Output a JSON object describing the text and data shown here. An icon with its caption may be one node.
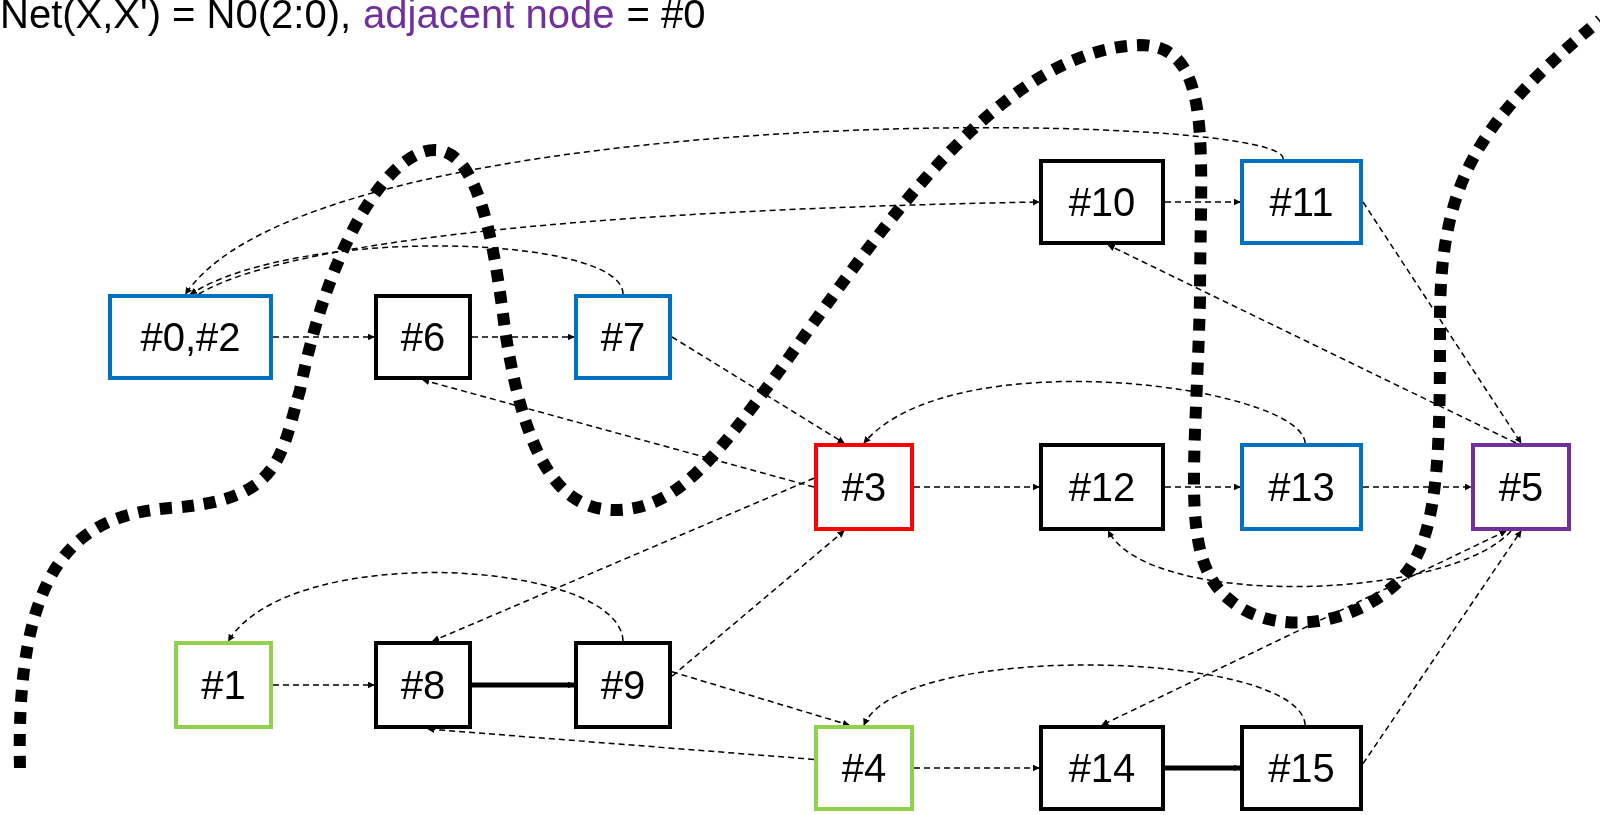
{
  "diagram": {
    "nodes": [
      {
        "text": [
          "#10"
        ]
      },
      {
        "text": [
          "#11"
        ]
      },
      {
        "text": [
          "#0,#2"
        ]
      },
      {
        "text": [
          "#6"
        ]
      },
      {
        "text": [
          "#7"
        ]
      },
      {
        "text": [
          "#3"
        ]
      },
      {
        "text": [
          "#12"
        ]
      },
      {
        "text": [
          "#13"
        ]
      },
      {
        "text": [
          "#5"
        ]
      },
      {
        "text": [
          "#1"
        ]
      },
      {
        "text": [
          "#8"
        ]
      },
      {
        "text": [
          "#9"
        ]
      },
      {
        "text": [
          "#4"
        ]
      },
      {
        "text": [
          "#14"
        ]
      },
      {
        "text": [
          "#15"
        ]
      }
    ],
    "edges": [
      {
        "from": 2,
        "to": 3,
        "arrow": "to",
        "style": "dashed"
      },
      {
        "from": 3,
        "to": 4,
        "arrow": "to",
        "style": "dashed"
      },
      {
        "from": 4,
        "to": 5,
        "arrow": "to",
        "style": "dashed"
      },
      {
        "from": 4,
        "to": 2,
        "arrow": "to",
        "style": "dashed"
      },
      {
        "from": 1,
        "to": 2,
        "arrow": "to",
        "style": "dashed"
      },
      {
        "from": 2,
        "to": 0,
        "arrow": "to",
        "style": "dashed"
      },
      {
        "from": 0,
        "to": 1,
        "arrow": "to",
        "style": "dashed"
      },
      {
        "from": 1,
        "to": 8,
        "arrow": "to",
        "style": "dashed"
      },
      {
        "from": 8,
        "to": 0,
        "arrow": "to",
        "style": "dashed"
      },
      {
        "from": 5,
        "to": 3,
        "arrow": "to",
        "style": "dashed"
      },
      {
        "from": 5,
        "to": 6,
        "arrow": "to",
        "style": "dashed"
      },
      {
        "from": 6,
        "to": 7,
        "arrow": "to",
        "style": "dashed"
      },
      {
        "from": 7,
        "to": 8,
        "arrow": "to",
        "style": "dashed"
      },
      {
        "from": 7,
        "to": 5,
        "arrow": "to",
        "style": "dashed"
      },
      {
        "from": 5,
        "to": 10,
        "arrow": "to",
        "style": "dashed"
      },
      {
        "from": 11,
        "to": 5,
        "arrow": "to",
        "style": "dashed"
      },
      {
        "from": 9,
        "to": 10,
        "arrow": "to",
        "style": "dashed"
      },
      {
        "from": 10,
        "to": 11,
        "arrow": "to",
        "style": "thick"
      },
      {
        "from": 11,
        "to": 9,
        "arrow": "to",
        "style": "dashed"
      },
      {
        "from": 11,
        "to": 12,
        "arrow": "to",
        "style": "dashed"
      },
      {
        "from": 12,
        "to": 10,
        "arrow": "to",
        "style": "dashed"
      },
      {
        "from": 12,
        "to": 13,
        "arrow": "to",
        "style": "dashed"
      },
      {
        "from": 13,
        "to": 14,
        "arrow": "to",
        "style": "thick"
      },
      {
        "from": 14,
        "to": 12,
        "arrow": "to",
        "style": "dashed"
      },
      {
        "from": 14,
        "to": 8,
        "arrow": "to",
        "style": "dashed"
      },
      {
        "from": 8,
        "to": 13,
        "arrow": "both",
        "style": "dashed"
      },
      {
        "from": 8,
        "to": 6,
        "arrow": "to",
        "style": "dashed"
      }
    ],
    "labels": [
      "Net(X,X') = N0(2:0),",
      "adjacent node",
      "= #0"
    ]
  }
}
